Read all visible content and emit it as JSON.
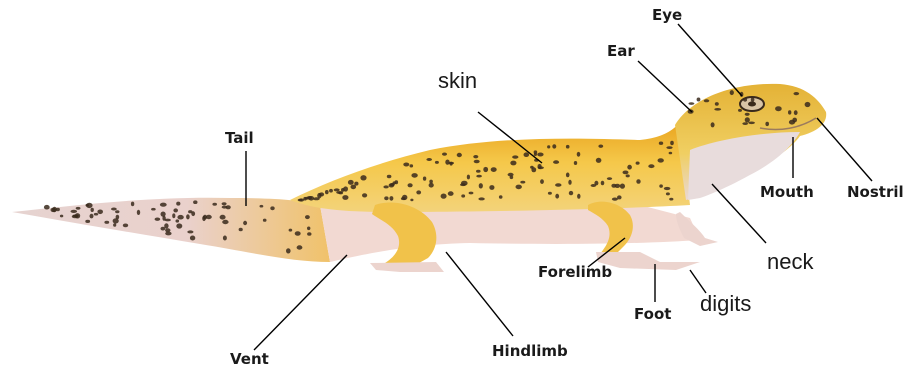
{
  "diagram": {
    "labels": {
      "eye": "Eye",
      "ear": "Ear",
      "skin": "skin",
      "tail": "Tail",
      "mouth": "Mouth",
      "nostril": "Nostril",
      "neck": "neck",
      "forelimb": "Forelimb",
      "foot": "Foot",
      "digits": "digits",
      "vent": "Vent",
      "hindlimb": "Hindlimb"
    },
    "colors": {
      "body_yellow": "#f3c43a",
      "body_orange": "#e8a722",
      "belly": "#f2d9d2",
      "tail_pale": "#e9d3cf",
      "spots": "#3a2a1c",
      "leader_line": "#000000"
    }
  }
}
